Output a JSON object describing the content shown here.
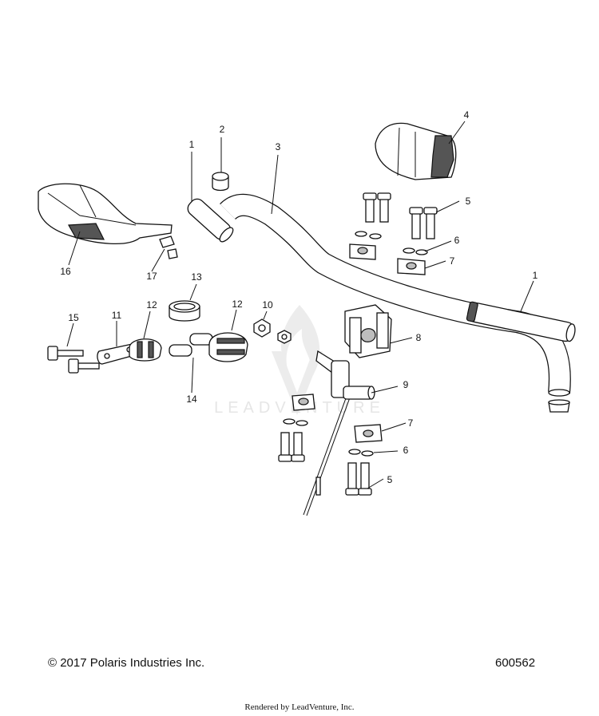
{
  "watermark": {
    "text": "LEADVENTURE"
  },
  "callouts": [
    {
      "id": "c1a",
      "label": "1"
    },
    {
      "id": "c2",
      "label": "2"
    },
    {
      "id": "c3",
      "label": "3"
    },
    {
      "id": "c4",
      "label": "4"
    },
    {
      "id": "c5a",
      "label": "5"
    },
    {
      "id": "c6a",
      "label": "6"
    },
    {
      "id": "c7a",
      "label": "7"
    },
    {
      "id": "c1b",
      "label": "1"
    },
    {
      "id": "c8",
      "label": "8"
    },
    {
      "id": "c9",
      "label": "9"
    },
    {
      "id": "c7b",
      "label": "7"
    },
    {
      "id": "c6b",
      "label": "6"
    },
    {
      "id": "c5b",
      "label": "5"
    },
    {
      "id": "c16",
      "label": "16"
    },
    {
      "id": "c17",
      "label": "17"
    },
    {
      "id": "c13",
      "label": "13"
    },
    {
      "id": "c15",
      "label": "15"
    },
    {
      "id": "c11",
      "label": "11"
    },
    {
      "id": "c12a",
      "label": "12"
    },
    {
      "id": "c12b",
      "label": "12"
    },
    {
      "id": "c10",
      "label": "10"
    },
    {
      "id": "c14",
      "label": "14"
    }
  ],
  "footer": {
    "copyright": "© 2017 Polaris Industries Inc.",
    "drawing_number": "600562",
    "rendered_by": "Rendered by LeadVenture, Inc."
  }
}
